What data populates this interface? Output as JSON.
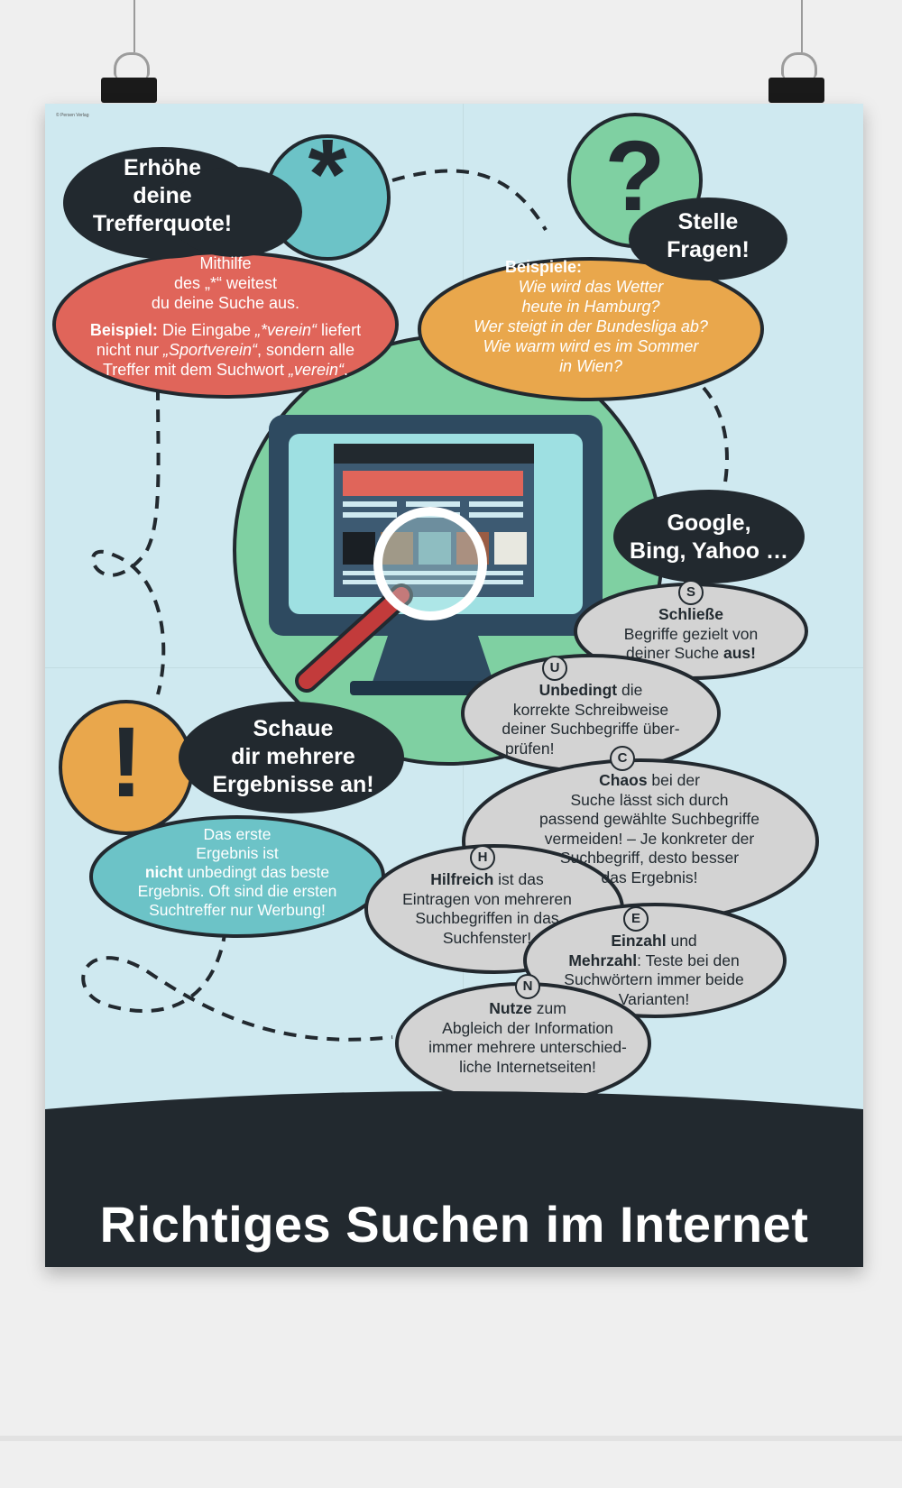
{
  "poster": {
    "copyright": "© Persen Verlag",
    "title": "Richtiges Suchen im Internet",
    "asterisk": {
      "symbol": "*",
      "heading": [
        "Erhöhe",
        "deine",
        "Trefferquote!"
      ],
      "line1": "Mithilfe",
      "line2": "des „*“ weitest",
      "line3": "du deine Suche aus.",
      "example_bold": "Beispiel:",
      "example_text1": " Die Eingabe ",
      "example_term1": "„*verein“",
      "example_text2": " liefert",
      "example_line2_a": "nicht nur ",
      "example_term2": "„Sportverein“",
      "example_line2_b": ", sondern alle",
      "example_line3_a": "Treffer mit dem Suchwort ",
      "example_term3": "„verein“",
      "example_line3_b": "."
    },
    "question": {
      "symbol": "?",
      "heading": [
        "Stelle",
        "Fragen!"
      ],
      "examples_label": "Beispiele:",
      "examples": [
        "Wie wird das Wetter",
        "heute in Hamburg?",
        "Wer steigt in der Bundesliga ab?",
        "Wie warm wird es im Sommer",
        "in Wien?"
      ]
    },
    "results": {
      "symbol": "!",
      "heading": [
        "Schaue",
        "dir mehrere",
        "Ergebnisse an!"
      ],
      "lines": [
        "Das erste",
        "Ergebnis ist"
      ],
      "bold_word": "nicht",
      "line3_rest": " unbedingt das beste",
      "line4": "Ergebnis. Oft sind die ersten",
      "line5": "Suchtreffer nur Werbung!"
    },
    "engines": {
      "heading": [
        "Google,",
        "Bing, Yahoo …"
      ]
    },
    "tips": [
      {
        "letter": "S",
        "bold": "Schließe",
        "lines": [
          "Begriffe gezielt von"
        ],
        "last_pre": "deiner Suche ",
        "last_bold": "aus!"
      },
      {
        "letter": "U",
        "bold": "Unbedingt",
        "after_bold": " die",
        "lines": [
          "korrekte Schreibweise",
          "deiner Suchbegriffe über-",
          "prüfen!"
        ]
      },
      {
        "letter": "C",
        "bold": "Chaos",
        "after_bold": " bei der",
        "lines": [
          "Suche lässt sich durch",
          "passend gewählte Suchbegriffe",
          "vermeiden! – Je konkreter der",
          "Suchbegriff, desto besser",
          "das Ergebnis!"
        ]
      },
      {
        "letter": "H",
        "bold": "Hilfreich",
        "after_bold": " ist das",
        "lines": [
          "Eintragen von mehreren",
          "Suchbegriffen in das",
          "Suchfenster!"
        ]
      },
      {
        "letter": "E",
        "bold": "Einzahl",
        "after_bold": " und",
        "bold2": "Mehrzahl",
        "after_bold2": ": Teste bei den",
        "lines": [
          "Suchwörtern immer beide",
          "Varianten!"
        ]
      },
      {
        "letter": "N",
        "bold": "Nutze",
        "after_bold": " zum",
        "lines": [
          "Abgleich der Information",
          "immer mehrere unterschied-",
          "liche Internetseiten!"
        ]
      }
    ],
    "colors": {
      "background": "#cfe9f0",
      "dark": "#22292f",
      "red": "#e0655a",
      "orange": "#e9a74c",
      "teal": "#6cc3c7",
      "green": "#7fd0a2",
      "grey": "#d3d3d3"
    }
  }
}
